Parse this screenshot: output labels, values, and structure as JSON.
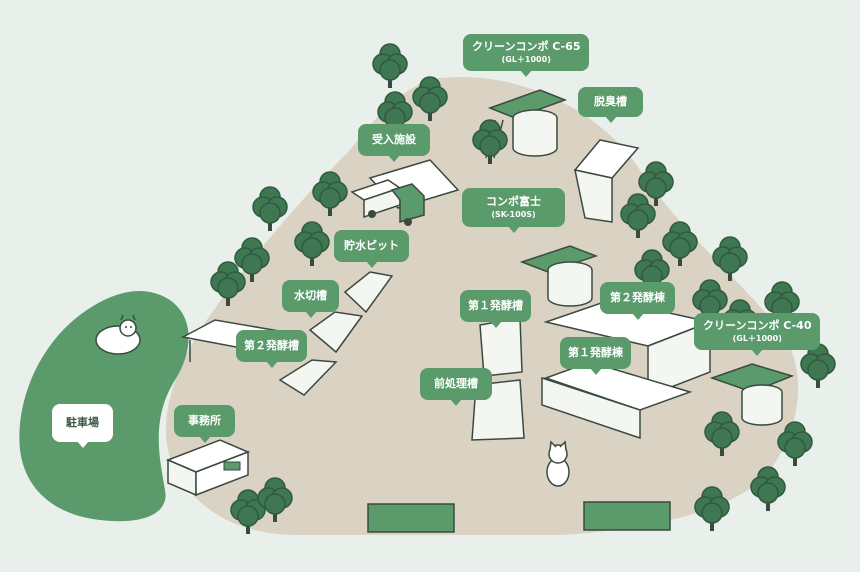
{
  "labels": {
    "compo_c65": {
      "title": "クリーンコンポ C-65",
      "sub": "(GL＋1000)"
    },
    "deodorizer": {
      "title": "脱臭槽"
    },
    "receiving": {
      "title": "受入施設"
    },
    "compo_fuji": {
      "title": "コンポ富士",
      "sub": "(SK-100S)"
    },
    "water_pit": {
      "title": "貯水ピット"
    },
    "dewater_tank": {
      "title": "水切槽"
    },
    "ferment_2_tank": {
      "title": "第２発酵槽"
    },
    "ferment_1_tank": {
      "title": "第１発酵槽"
    },
    "ferment_2_bldg": {
      "title": "第２発酵棟"
    },
    "ferment_1_bldg": {
      "title": "第１発酵棟"
    },
    "compo_c40": {
      "title": "クリーンコンポ C-40",
      "sub": "(GL＋1000)"
    },
    "pretreat_tank": {
      "title": "前処理槽"
    },
    "office": {
      "title": "事務所"
    },
    "parking": {
      "title": "駐車場"
    }
  },
  "colors": {
    "background": "#e9efea",
    "ground": "#dad2c3",
    "green_accent": "#5a9a6b",
    "tree_dark": "#3f7752",
    "outline": "#3b4a40",
    "building_fill": "#f4f6f2"
  },
  "icons": [
    "tree-icon",
    "cow-icon",
    "cat-icon",
    "truck-icon",
    "tank-icon",
    "gate-icon",
    "ladder-icon"
  ]
}
